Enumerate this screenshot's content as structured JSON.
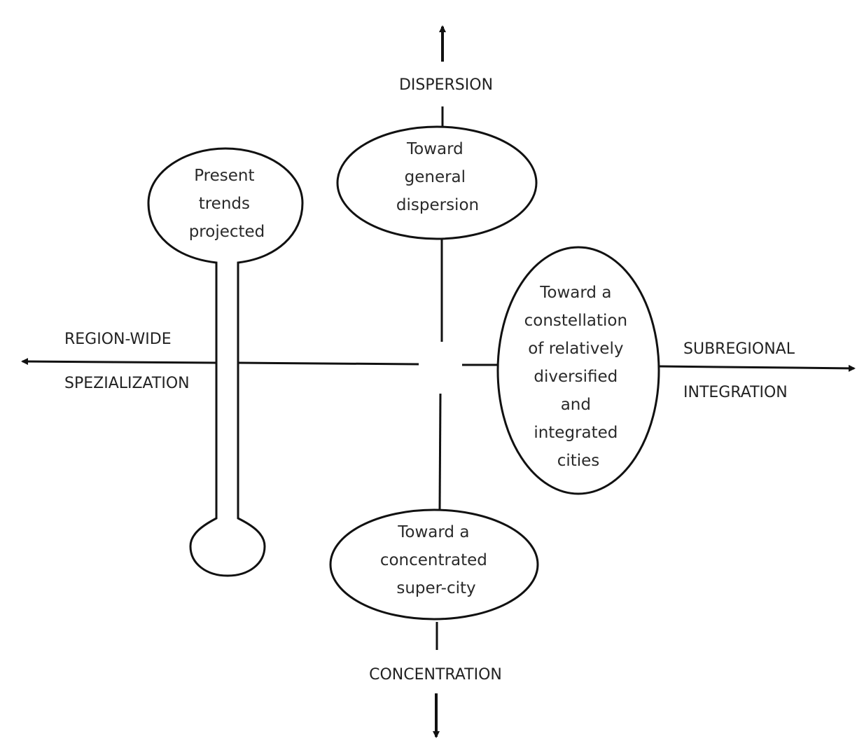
{
  "axes": {
    "top": "DISPERSION",
    "bottom": "CONCENTRATION",
    "left": [
      "REGION-WIDE",
      "SPEZIALIZATION"
    ],
    "right": [
      "SUBREGIONAL",
      "INTEGRATION"
    ]
  },
  "nodes": {
    "present_trends": [
      "Present",
      "trends",
      "projected"
    ],
    "general_dispersion": [
      "Toward",
      "general",
      "dispersion"
    ],
    "constellation": [
      "Toward a",
      "constellation",
      "of relatively",
      "diversified",
      "and",
      "integrated",
      "cities"
    ],
    "super_city": [
      "Toward a",
      "concentrated",
      "super-city"
    ]
  }
}
